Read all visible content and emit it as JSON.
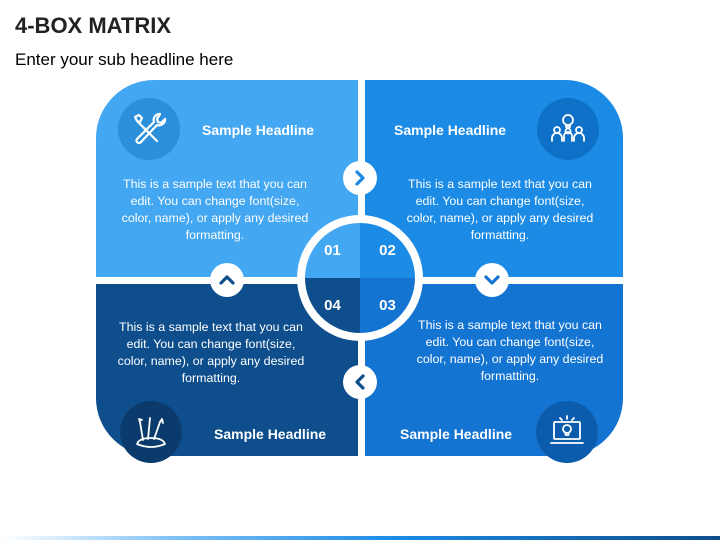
{
  "title": "4-BOX MATRIX",
  "subtitle": "Enter your sub headline here",
  "boxes": [
    {
      "number": "01",
      "headline": "Sample Headline",
      "text": "This is a sample text that you can edit. You can change font(size, color, name), or apply any desired formatting.",
      "icon": "tools-icon",
      "color": "#43a7f2"
    },
    {
      "number": "02",
      "headline": "Sample Headline",
      "text": "This is a sample text that you can edit. You can change font(size, color, name), or apply any desired formatting.",
      "icon": "team-ideas-icon",
      "color": "#1b8be6"
    },
    {
      "number": "03",
      "headline": "Sample Headline",
      "text": "This is a sample text that you can edit. You can change font(size, color, name), or apply any desired formatting.",
      "icon": "laptop-idea-icon",
      "color": "#1474d2"
    },
    {
      "number": "04",
      "headline": "Sample Headline",
      "text": "This is a sample text that you can edit. You can change font(size, color, name), or apply any desired formatting.",
      "icon": "art-supplies-icon",
      "color": "#0e4e8c"
    }
  ],
  "center_colors": {
    "c1": "#43a7f2",
    "c2": "#1b8be6",
    "c3": "#1474d2",
    "c4": "#0e4e8c"
  },
  "icon_bg": {
    "q1": "#2c8fdc",
    "q2": "#0f70c8",
    "q3": "#0a3b6c",
    "q4": "#0c5cad"
  }
}
